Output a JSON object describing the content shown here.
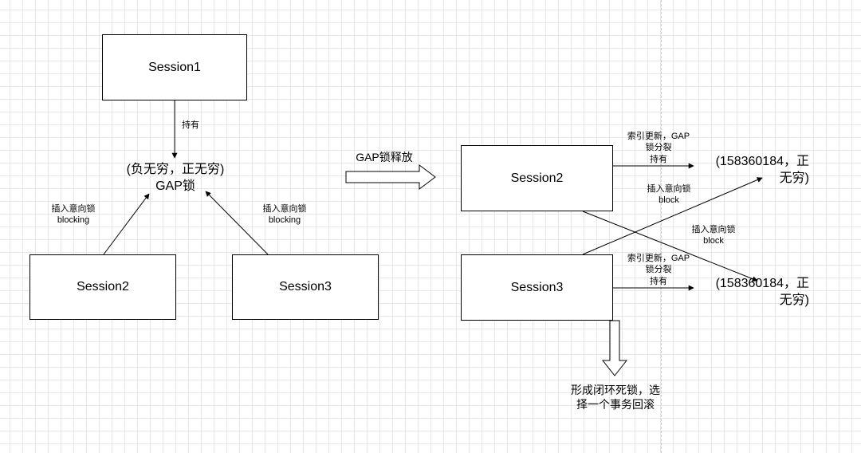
{
  "nodes": {
    "left_session1": "Session1",
    "left_session2": "Session2",
    "left_session3": "Session3",
    "right_session2": "Session2",
    "right_session3": "Session3"
  },
  "labels": {
    "hold": "持有",
    "gap_lock_line1": "(负无穷，正无穷)",
    "gap_lock_line2": "GAP锁",
    "insert_intent_left_1": "插入意向锁",
    "insert_intent_left_2": "blocking",
    "insert_intent_right_1": "插入意向锁",
    "insert_intent_right_2": "blocking",
    "gap_release": "GAP锁释放",
    "s2_update_line1": "索引更新，GAP",
    "s2_update_line2": "锁分裂",
    "s2_update_line3": "持有",
    "s2_target_line1": "(158360184，正",
    "s2_target_line2": "无穷)",
    "s3_block_label_1": "插入意向锁",
    "s3_block_label_2": "block",
    "s2_block_label_1": "插入意向锁",
    "s2_block_label_2": "block",
    "s3_update_line1": "索引更新，GAP",
    "s3_update_line2": "锁分裂",
    "s3_update_line3": "持有",
    "s3_target_line1": "(158360184，正",
    "s3_target_line2": "无穷)",
    "deadlock_line1": "形成闭环死锁，选",
    "deadlock_line2": "择一个事务回滚"
  },
  "colors": {
    "stroke": "#000000",
    "grid": "#e6e6e6",
    "box_fill": "#ffffff"
  }
}
